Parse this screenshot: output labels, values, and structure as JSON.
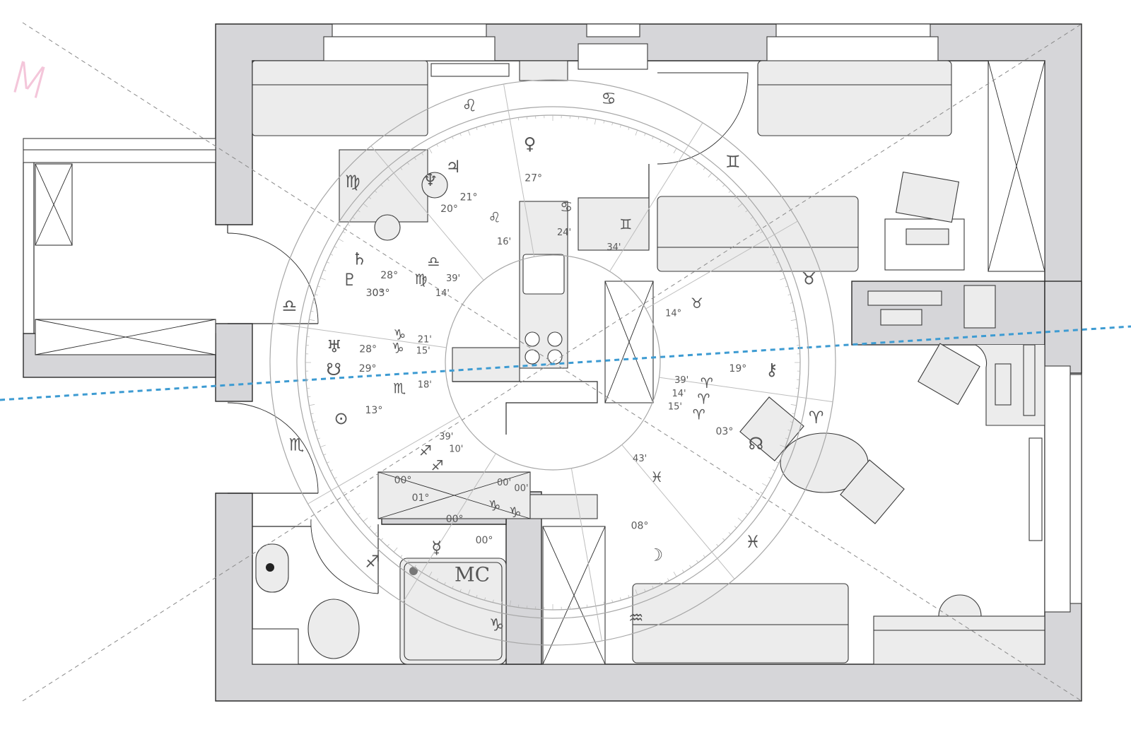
{
  "corner_mark": "M",
  "zodiac_ring": [
    "♋",
    "♊",
    "♉",
    "♈",
    "♓",
    "♒",
    "♑",
    "♐",
    "♏",
    "♎",
    "♍",
    "♌"
  ],
  "planets": [
    {
      "glyph": "♆",
      "label": "20°"
    },
    {
      "glyph": "♀",
      "label": "27°"
    },
    {
      "glyph": "♃",
      "label": "21°"
    },
    {
      "glyph": "♄",
      "label": "28°"
    },
    {
      "glyph": "♇",
      "label": "03°"
    },
    {
      "glyph": "♅",
      "label": "28°"
    },
    {
      "glyph": "☋",
      "label": "29°"
    },
    {
      "glyph": "⊙",
      "label": "13°"
    },
    {
      "glyph": "☿",
      "label": "00°"
    },
    {
      "glyph": "☽",
      "label": "08°"
    },
    {
      "glyph": "☊",
      "label": "03°"
    },
    {
      "glyph": "⚷",
      "label": "19°"
    }
  ],
  "house_labels": [
    {
      "glyph": "♌",
      "label": "16'"
    },
    {
      "glyph": "♋",
      "label": "24'"
    },
    {
      "glyph": "♊",
      "label": "34'"
    },
    {
      "glyph": "♍",
      "label": "14'"
    },
    {
      "glyph": "♎",
      "label": "39'"
    },
    {
      "glyph": "♑",
      "label": "21'"
    },
    {
      "glyph": "♑",
      "label": "15'"
    },
    {
      "glyph": "♏",
      "label": "18'"
    },
    {
      "glyph": "♐",
      "label": "39'"
    },
    {
      "glyph": "♐",
      "label": "10'"
    },
    {
      "glyph": "♑",
      "label": "00'"
    },
    {
      "glyph": "♑",
      "label": "00'"
    },
    {
      "glyph": "♓",
      "label": "43'"
    },
    {
      "glyph": "♈",
      "label": "15'"
    },
    {
      "glyph": "♈",
      "label": "14'"
    },
    {
      "glyph": "♈",
      "label": "39'"
    },
    {
      "glyph": "♉",
      "label": "14°"
    }
  ],
  "extra_labels": [
    "30°",
    "00°",
    "01°",
    "00°"
  ],
  "mc_label": "MC",
  "colors": {
    "wall_fill": "#d6d6d9",
    "line": "#2b2b2b",
    "furniture_fill": "#ececec",
    "axis_line": "#3d9bd2",
    "diagonal": "#8a8a8a",
    "chart_overlay": "#f2f2f2",
    "corner_mark": "#f4c6da"
  }
}
